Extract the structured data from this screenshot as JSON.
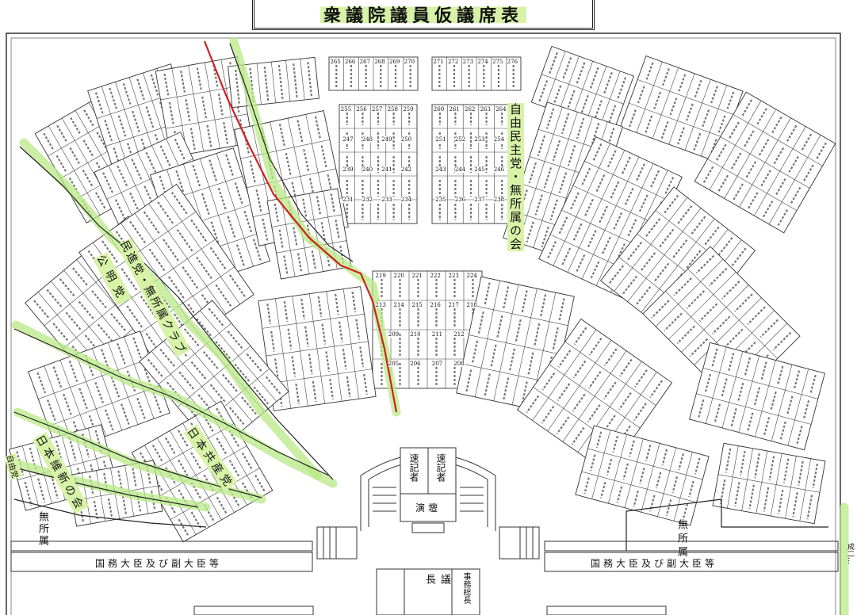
{
  "title": "衆議院議員仮議席表",
  "parties": {
    "ldp": "自由民主党・無所属の会",
    "minshin": "民進党・無所属クラブ",
    "komei": "公明党",
    "kyosan": "日本共産党",
    "ishin": "日本維新の会",
    "jiyu": "自由党",
    "mushozoku_left": "無所属",
    "mushozoku_right": "無所属"
  },
  "podium": {
    "stenographer_left": "速記者",
    "stenographer_right": "速記者",
    "rostrum": "演壇",
    "speaker": "議長",
    "secretary_general": "事務総長"
  },
  "ministers": {
    "left": "国務大臣及び副大臣等",
    "right": "国務大臣及び副大臣等"
  },
  "side_note": "衆議院公報附録 （平成二…",
  "seat_numbers": {
    "top_row_a": [
      "265",
      "266",
      "267",
      "268",
      "269",
      "270"
    ],
    "top_row_b": [
      "271",
      "272",
      "273",
      "274",
      "275",
      "276"
    ],
    "row_b_left": [
      "255",
      "256",
      "257",
      "258",
      "259"
    ],
    "row_b_right": [
      "260",
      "261",
      "262",
      "263",
      "264"
    ],
    "row_c_left": [
      "247",
      "248",
      "249",
      "250"
    ],
    "row_c_right": [
      "251",
      "252",
      "253",
      "254"
    ],
    "row_d_left": [
      "239",
      "240",
      "241",
      "242"
    ],
    "row_d_right": [
      "243",
      "244",
      "245",
      "246"
    ],
    "row_e_left": [
      "231",
      "232",
      "233",
      "234"
    ],
    "row_e_right": [
      "235",
      "236",
      "237",
      "238"
    ],
    "center_front_a": [
      "219",
      "220",
      "221",
      "222",
      "223",
      "224"
    ],
    "center_front_b": [
      "213",
      "214",
      "215",
      "216",
      "217",
      "218"
    ],
    "center_front_c": [
      "209",
      "210",
      "211",
      "212"
    ],
    "center_front_d": [
      "205",
      "206",
      "207",
      "208"
    ]
  }
}
